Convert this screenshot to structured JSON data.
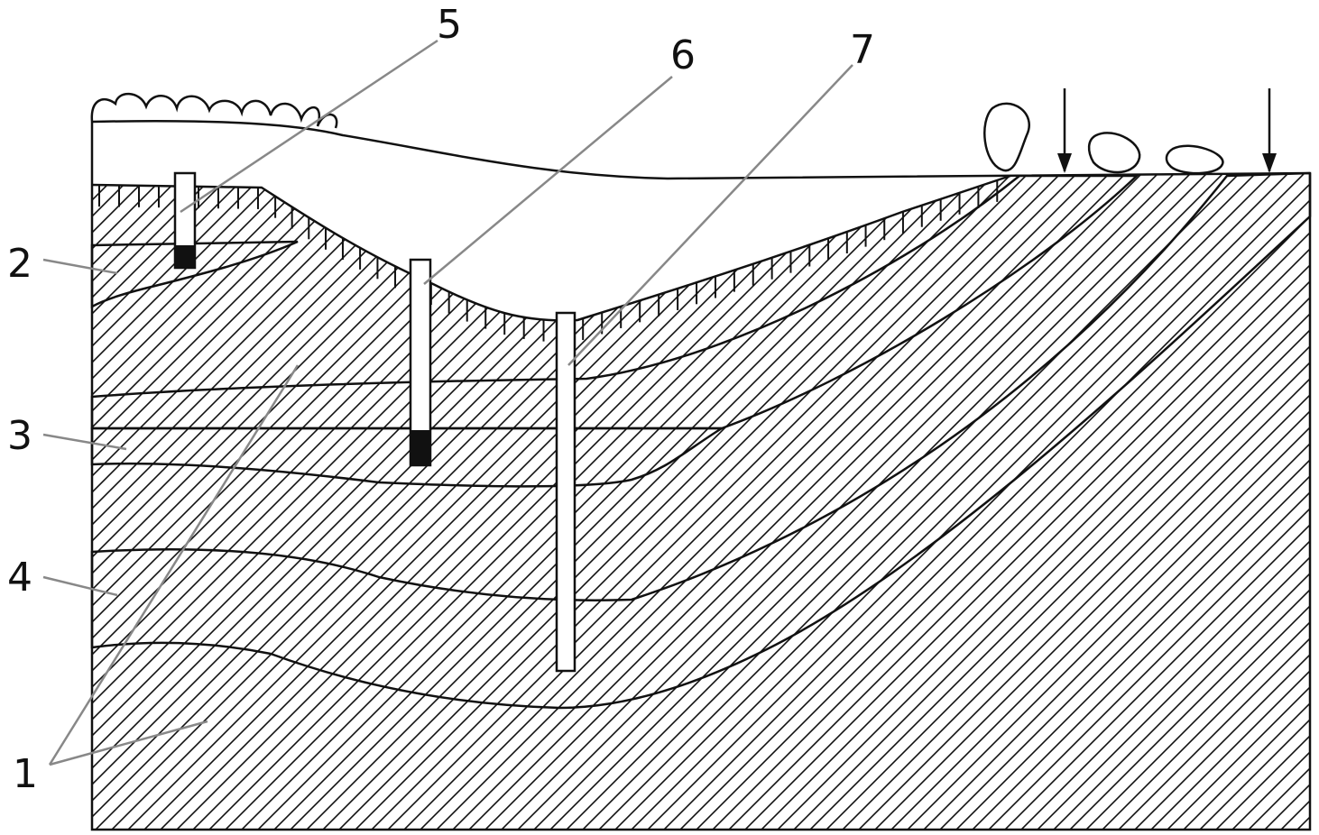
{
  "diagram": {
    "type": "geological cross-section",
    "labels": [
      {
        "id": "1",
        "text": "1"
      },
      {
        "id": "2",
        "text": "2"
      },
      {
        "id": "3",
        "text": "3"
      },
      {
        "id": "4",
        "text": "4"
      },
      {
        "id": "5",
        "text": "5"
      },
      {
        "id": "6",
        "text": "6"
      },
      {
        "id": "7",
        "text": "7"
      }
    ],
    "colors": {
      "ink": "#111111",
      "leader": "#888888",
      "background": "#ffffff"
    }
  }
}
